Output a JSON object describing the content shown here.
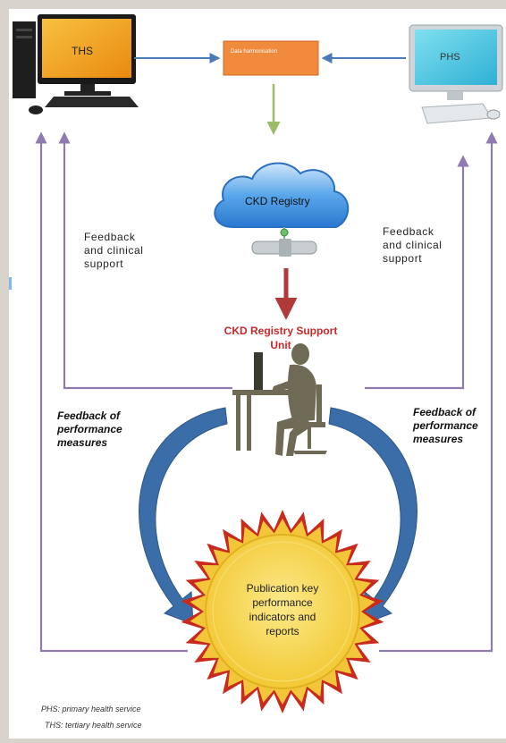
{
  "nodes": {
    "ths": "THS",
    "phs": "PHS",
    "harmonisation": "Data harmonisation",
    "registry": "CKD Registry",
    "support_unit_line1": "CKD Registry Support",
    "support_unit_line2": "Unit",
    "publication": [
      "Publication key",
      "performance",
      "indicators and",
      "reports"
    ]
  },
  "labels": {
    "feedback_left": [
      "Feedback",
      "and clinical",
      "support"
    ],
    "feedback_right": [
      "Feedback",
      "and clinical",
      "support"
    ],
    "perf_left": [
      "Feedback of",
      "performance",
      "measures"
    ],
    "perf_right": [
      "Feedback of",
      "performance",
      "measures"
    ]
  },
  "legend": {
    "phs": "PHS: primary health service",
    "ths": "THS: tertiary health service"
  },
  "colors": {
    "arrow_blue": "#4a7ab8",
    "arrow_green": "#9bbd6a",
    "arrow_red": "#b03a3a",
    "arrow_purple": "#8e7bb0",
    "curve_blue": "#3b6ea8",
    "ths_screen": "#f0a020",
    "phs_screen": "#4ec6e0",
    "harmonisation_box": "#f08a3c",
    "cloud": "#3a8ee0",
    "silhouette": "#6e6a55",
    "badge_outer": "#c82a1e",
    "badge_inner": "#f6d43c",
    "support_text": "#c8282a"
  }
}
